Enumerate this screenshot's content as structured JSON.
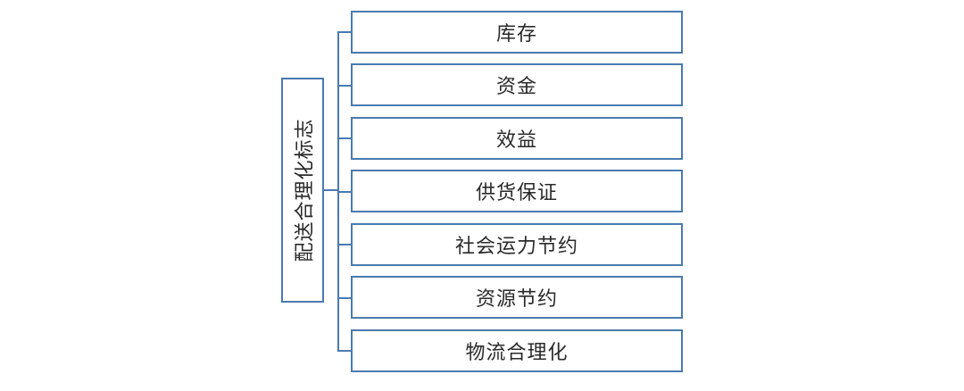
{
  "diagram": {
    "root": {
      "label": "配送合理化标志"
    },
    "children": [
      {
        "label": "库存"
      },
      {
        "label": "资金"
      },
      {
        "label": "效益"
      },
      {
        "label": "供货保证"
      },
      {
        "label": "社会运力节约"
      },
      {
        "label": "资源节约"
      },
      {
        "label": "物流合理化"
      }
    ],
    "colors": {
      "border": "#4a7ab0",
      "text": "#2a2a2a",
      "background": "#ffffff"
    }
  }
}
